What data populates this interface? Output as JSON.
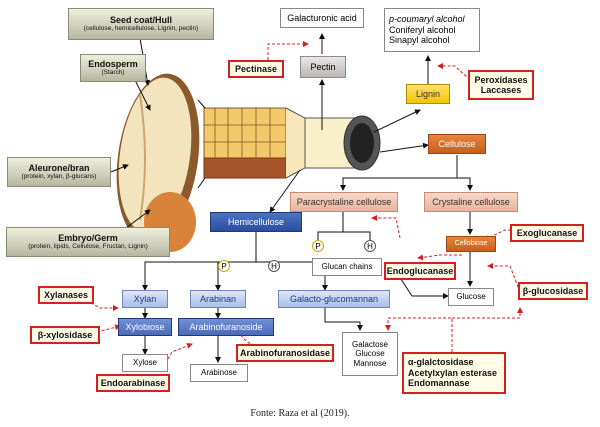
{
  "tissues": {
    "seed_coat": {
      "title": "Seed coat/Hull",
      "sub": "(cellulose, hemicellulose, Lignin, pectin)"
    },
    "endosperm": {
      "title": "Endosperm",
      "sub": "(Starch)"
    },
    "aleurone": {
      "title": "Aleurone/bran",
      "sub": "(protein, xylan, β-glucans)"
    },
    "embryo": {
      "title": "Embryo/Germ",
      "sub": "(protein, lipids, Cellulose, Fructan, Lignin)"
    }
  },
  "components": {
    "galacturonic": "Galacturonic acid",
    "pectin": "Pectin",
    "alcohols": [
      "p-coumaryl alcohol",
      "Coniferyl alcohol",
      "Sinapyl alcohol"
    ],
    "lignin": "Lignin",
    "cellulose": "Cellulose",
    "hemicellulose": "Hemicellulose",
    "paracrystalline": "Paracrystaline cellulose",
    "crystalline": "Crystaline cellulose",
    "cellobiose": "Cellobiose",
    "glucan_chains": "Glucan chains",
    "glucose": "Glucose",
    "xylan": "Xylan",
    "arabinan": "Arabinan",
    "galacto_glucomannan": "Galacto-glucomannan",
    "xylobiose": "Xylobiose",
    "arabinofuranoside": "Arabinofuranoside",
    "xylose": "Xylose",
    "arabinose": "Arabinose",
    "sugars": [
      "Galactose",
      "Glucose",
      "Mannose"
    ],
    "marker_p": "P",
    "marker_h": "H"
  },
  "enzymes": {
    "pectinase": "Pectinase",
    "peroxidases": [
      "Peroxidases",
      "Laccases"
    ],
    "exoglucanase": "Exoglucanase",
    "endoglucanase": "Endoglucanase",
    "beta_glucosidase": "β-glucosidase",
    "xylanases": "Xylanases",
    "beta_xylosidase": "β-xylosidase",
    "arabinofuranosidase": "Arabinofuranosidase",
    "endoarabinase": "Endoarabinase",
    "galactosidase_group": [
      "α-glalctosidase",
      "Acetylxylan esterase",
      "Endomannase"
    ]
  },
  "caption": "Fonte: Raza et al (2019).",
  "colors": {
    "enzyme_border": "#d62020",
    "hemicellulose": "#2b4e9c",
    "cellulose": "#c85f1c",
    "lignin": "#f2c300"
  }
}
